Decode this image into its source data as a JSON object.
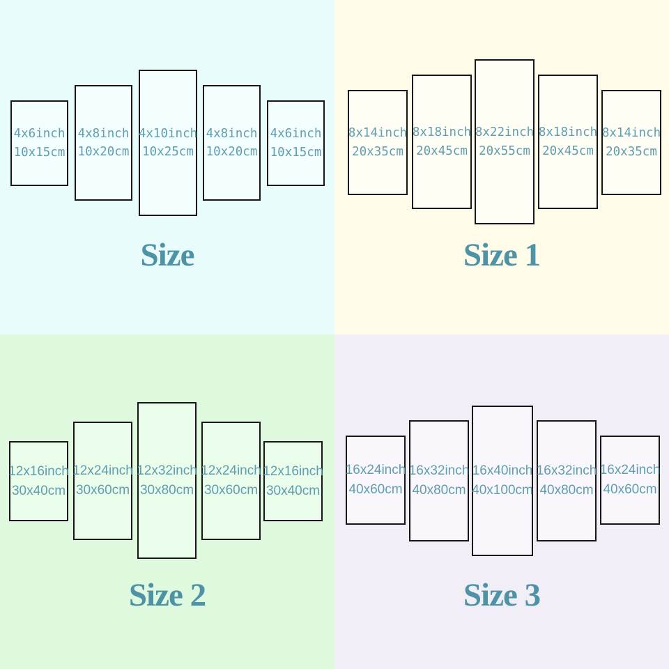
{
  "colors": {
    "panel_border": "#161616",
    "panel_label_text": "#5f9eb0",
    "title_text": "#4d93a5",
    "background_top_left": "#e8fcfc",
    "background_top_right": "#fefce8",
    "background_bottom_left": "#def9de",
    "background_bottom_right": "#f2eef8"
  },
  "quadrants": [
    {
      "id": "size",
      "title": "Size",
      "background": "#e8fcfc",
      "panel_fill": "#f2fffe",
      "panels": [
        {
          "inch": "4x6inch",
          "cm": "10x15cm"
        },
        {
          "inch": "4x8inch",
          "cm": "10x20cm"
        },
        {
          "inch": "4x10inch",
          "cm": "10x25cm"
        },
        {
          "inch": "4x8inch",
          "cm": "10x20cm"
        },
        {
          "inch": "4x6inch",
          "cm": "10x15cm"
        }
      ]
    },
    {
      "id": "size-1",
      "title": "Size 1",
      "background": "#fefce8",
      "panel_fill": "#fffef4",
      "panels": [
        {
          "inch": "8x14inch",
          "cm": "20x35cm"
        },
        {
          "inch": "8x18inch",
          "cm": "20x45cm"
        },
        {
          "inch": "8x22inch",
          "cm": "20x55cm"
        },
        {
          "inch": "8x18inch",
          "cm": "20x45cm"
        },
        {
          "inch": "8x14inch",
          "cm": "20x35cm"
        }
      ]
    },
    {
      "id": "size-2",
      "title": "Size 2",
      "background": "#def9de",
      "panel_fill": "#eafdea",
      "panels": [
        {
          "inch": "12x16inch",
          "cm": "30x40cm"
        },
        {
          "inch": "12x24inch",
          "cm": "30x60cm"
        },
        {
          "inch": "12x32inch",
          "cm": "30x80cm"
        },
        {
          "inch": "12x24inch",
          "cm": "30x60cm"
        },
        {
          "inch": "12x16inch",
          "cm": "30x40cm"
        }
      ]
    },
    {
      "id": "size-3",
      "title": "Size 3",
      "background": "#f2eef8",
      "panel_fill": "#f9f6fc",
      "panels": [
        {
          "inch": "16x24inch",
          "cm": "40x60cm"
        },
        {
          "inch": "16x32inch",
          "cm": "40x80cm"
        },
        {
          "inch": "16x40inch",
          "cm": "40x100cm"
        },
        {
          "inch": "16x32inch",
          "cm": "40x80cm"
        },
        {
          "inch": "16x24inch",
          "cm": "40x60cm"
        }
      ]
    }
  ]
}
